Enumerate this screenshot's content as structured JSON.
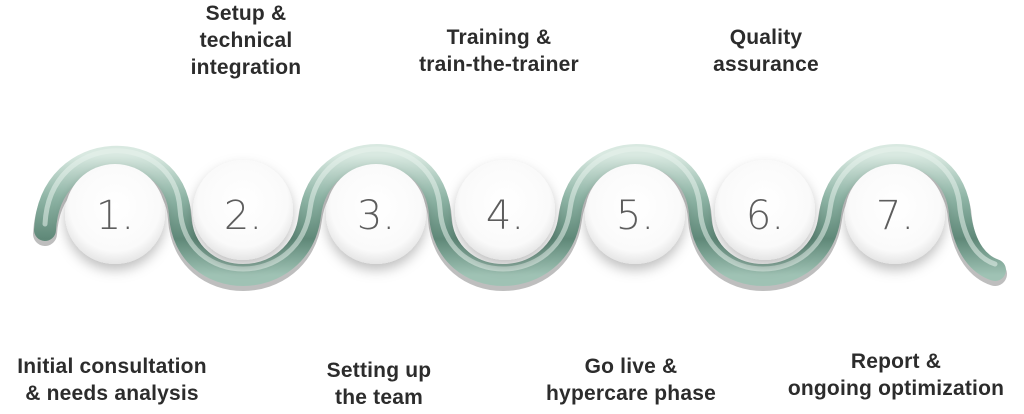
{
  "steps": [
    {
      "number": "1.",
      "label": "Initial consultation\n& needs analysis"
    },
    {
      "number": "2.",
      "label": "Setup &\ntechnical\nintegration"
    },
    {
      "number": "3.",
      "label": "Setting up\nthe team"
    },
    {
      "number": "4.",
      "label": "Training &\ntrain-the-trainer"
    },
    {
      "number": "5.",
      "label": "Go live &\nhypercare phase"
    },
    {
      "number": "6.",
      "label": "Quality\nassurance"
    },
    {
      "number": "7.",
      "label": "Report &\nongoing optimization"
    }
  ],
  "colors": {
    "wave_light": "#c9ddd3",
    "wave_mid": "#7aa394",
    "wave_dark": "#4e7667",
    "text": "#2c2c2c",
    "numbers": "#5d5d5d"
  }
}
